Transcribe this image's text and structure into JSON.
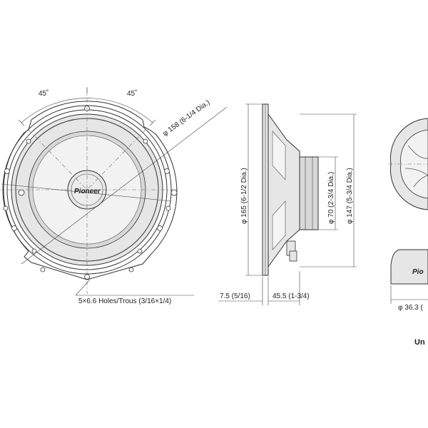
{
  "front_view": {
    "angle_left": "45˚",
    "angle_right": "45˚",
    "mount_dia": "φ 158 (6-1/4 Dia.)",
    "holes": "5×6.6 Holes/Trous (3/16×1/4)",
    "logo": "Pioneer"
  },
  "side_view": {
    "outer_dia": "φ 165 (6-1/2 Dia.)",
    "magnet_dia": "φ 70 (2-3/4 Dia.)",
    "basket_dia": "φ 147 (5-3/4 Dia.)",
    "flange_depth": "7.5 (5/16)",
    "mount_depth": "45.5 (1-3/4)"
  },
  "tweeter_view": {
    "dia": "φ 36.3 (",
    "logo": "Pio"
  },
  "unit_label": "Un"
}
